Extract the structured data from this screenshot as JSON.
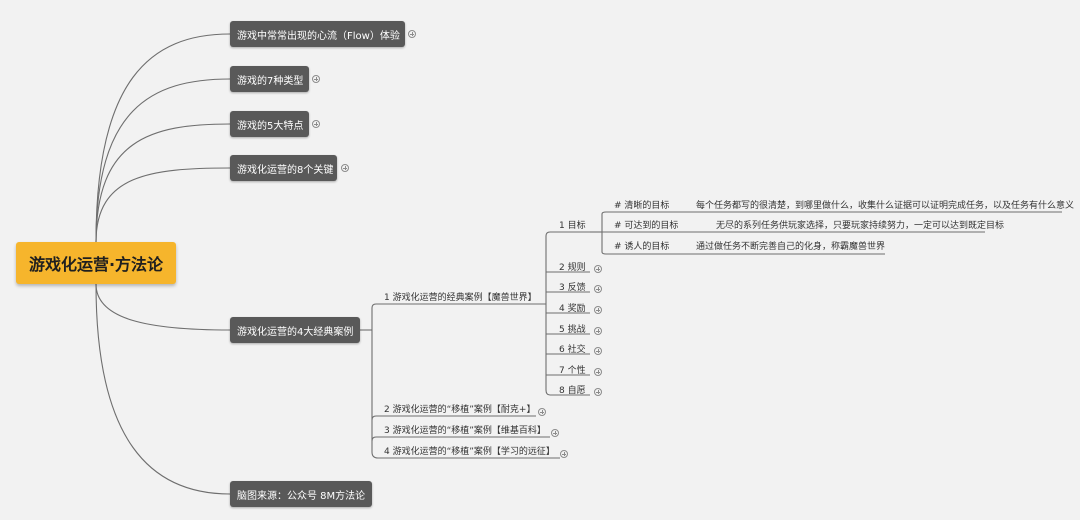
{
  "root": {
    "label": "游戏化运营·方法论"
  },
  "branches": [
    {
      "label": "游戏中常常出现的心流（Flow）体验"
    },
    {
      "label": "游戏的7种类型"
    },
    {
      "label": "游戏的5大特点"
    },
    {
      "label": "游戏化运营的8个关键"
    },
    {
      "label": "游戏化运营的4大经典案例"
    },
    {
      "label": "脑图来源：公众号 8M方法论"
    }
  ],
  "cases": [
    {
      "label": "1 游戏化运营的经典案例【魔兽世界】"
    },
    {
      "label": "2 游戏化运营的“移植”案例【耐克+】"
    },
    {
      "label": "3 游戏化运营的“移植”案例【维基百科】"
    },
    {
      "label": "4 游戏化运营的“移植”案例【学习的远征】"
    }
  ],
  "wow": [
    {
      "label": "1 目标"
    },
    {
      "label": "2 规则"
    },
    {
      "label": "3 反馈"
    },
    {
      "label": "4 奖励"
    },
    {
      "label": "5 挑战"
    },
    {
      "label": "6 社交"
    },
    {
      "label": "7 个性"
    },
    {
      "label": "8 自愿"
    }
  ],
  "goals": [
    {
      "tag": "# 清晰的目标",
      "desc": "每个任务都写的很清楚，到哪里做什么，收集什么证据可以证明完成任务，以及任务有什么意义"
    },
    {
      "tag": "# 可达到的目标",
      "desc": "无尽的系列任务供玩家选择，只要玩家持续努力，一定可以达到既定目标"
    },
    {
      "tag": "# 诱人的目标",
      "desc": "通过做任务不断完善自己的化身，称霸魔兽世界"
    }
  ],
  "colors": {
    "background": "#f2f2f2",
    "root": "#f6b52c",
    "node": "#595959",
    "line": "#6e6e6e"
  }
}
